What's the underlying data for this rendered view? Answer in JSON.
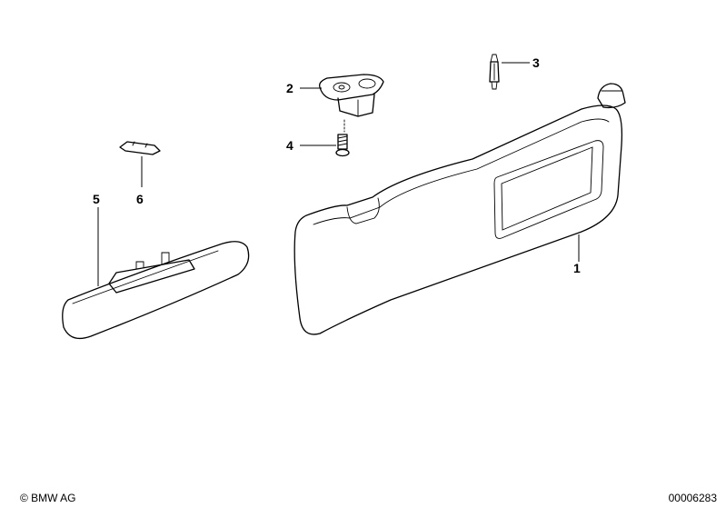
{
  "callouts": {
    "c1": "1",
    "c2": "2",
    "c3": "3",
    "c4": "4",
    "c5": "5",
    "c6": "6"
  },
  "footer": {
    "copyright": "© BMW AG",
    "doc_number": "00006283"
  }
}
